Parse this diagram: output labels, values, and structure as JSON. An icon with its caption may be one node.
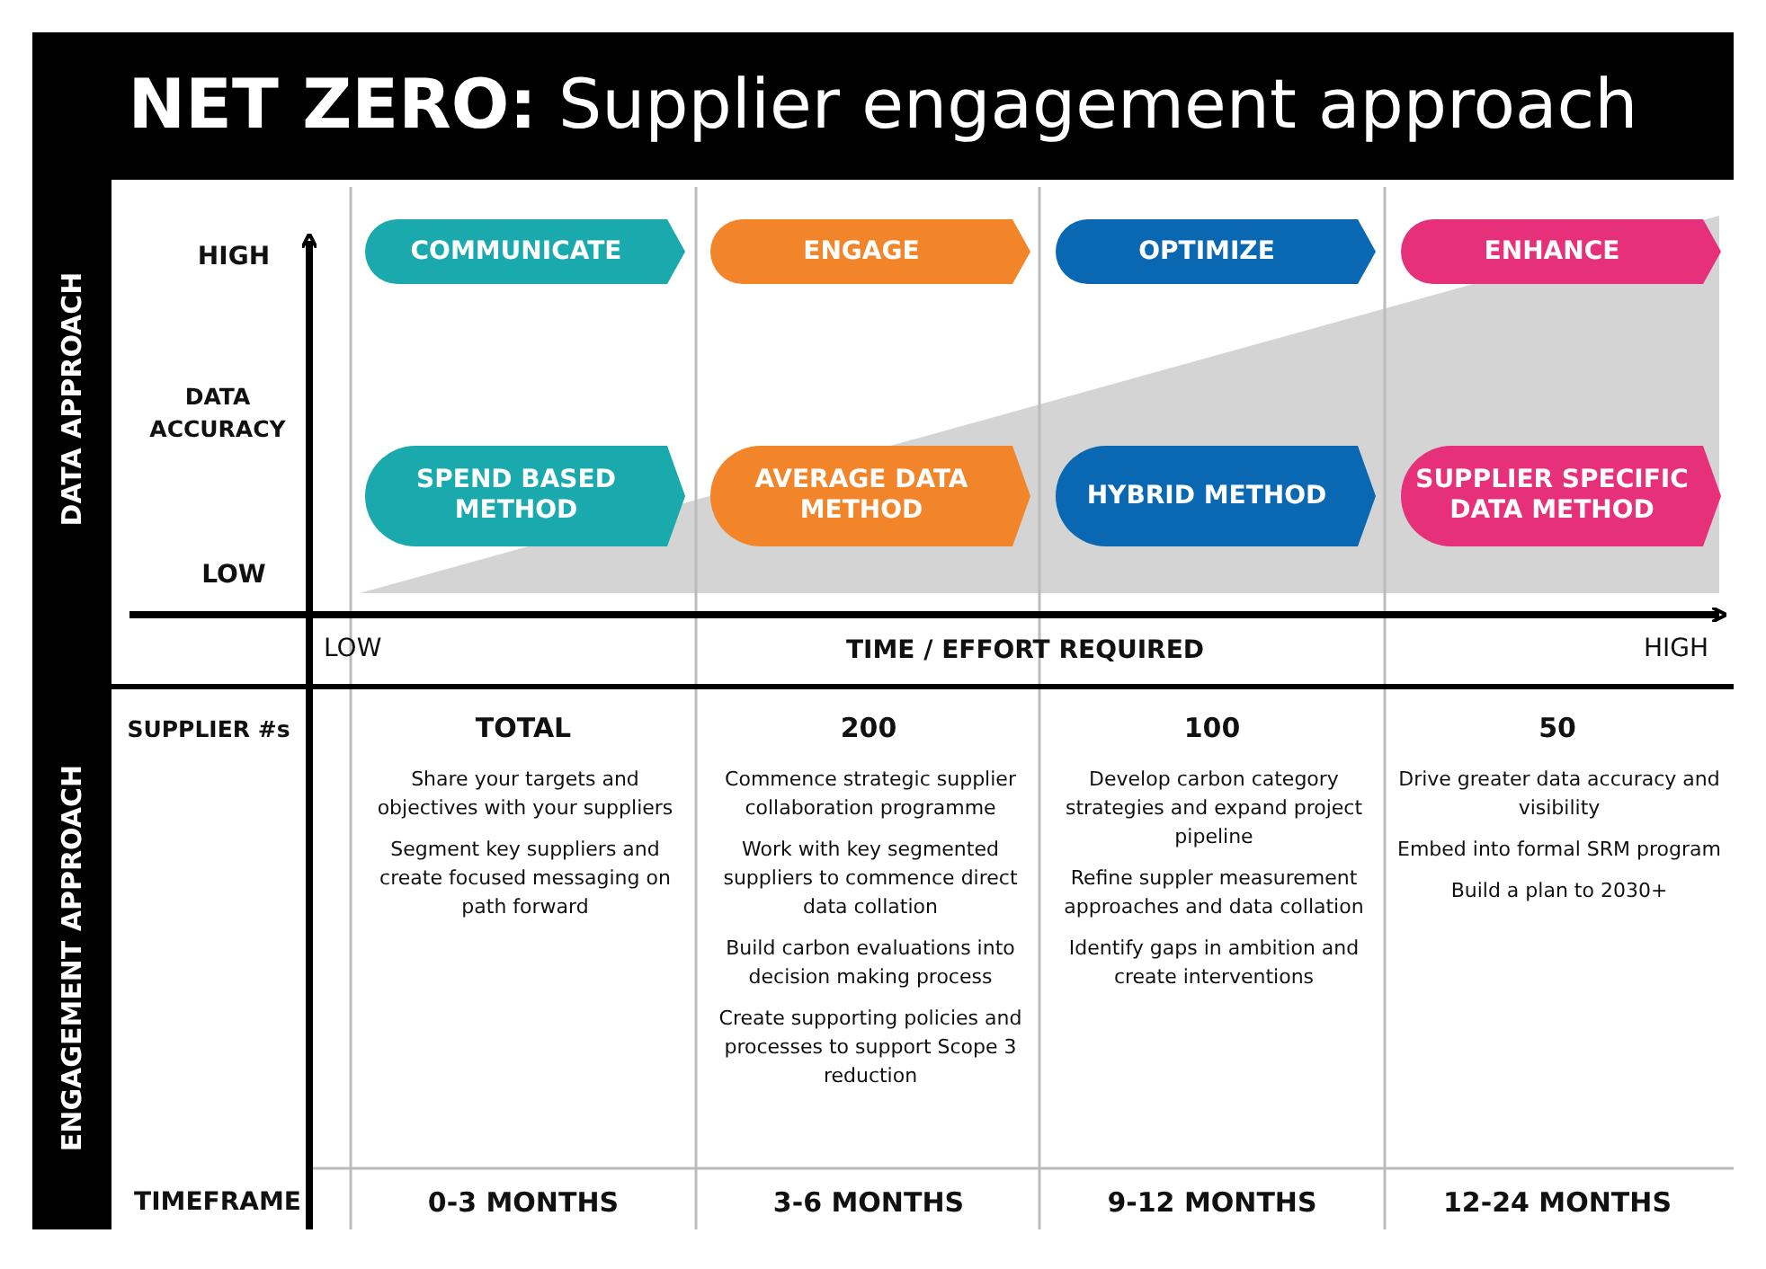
{
  "diagram": {
    "title": "**NET ZERO:** Supplier engagement approach",
    "nodes": [
      {
        "text": [
          "COMMUNICATE"
        ]
      },
      {
        "text": [
          "ENGAGE"
        ]
      },
      {
        "text": [
          "OPTIMIZE"
        ]
      },
      {
        "text": [
          "ENHANCE"
        ]
      },
      {
        "text": [
          "SPEND BASED METHOD"
        ]
      },
      {
        "text": [
          "AVERAGE DATA METHOD"
        ]
      },
      {
        "text": [
          "HYBRID METHOD"
        ]
      },
      {
        "text": [
          "SUPPLIER SPECIFIC DATA METHOD"
        ]
      }
    ],
    "labels": [
      "DATA APPROACH",
      "HIGH",
      "DATA ACCURACY",
      "LOW",
      "LOW",
      "TIME / EFFORT REQUIRED",
      "HIGH",
      "ENGAGEMENT APPROACH",
      "SUPPLIER #s",
      "TOTAL",
      "200",
      "100",
      "50",
      "Share your targets and objectives with your suppliers",
      "Segment key suppliers and create focused messaging on path forward",
      "Commence strategic supplier collaboration programme",
      "Work with key segmented suppliers to commence direct data collation",
      "Build carbon evaluations into decision making process",
      "Create supporting policies and processes to support Scope 3 reduction",
      "Develop carbon category strategies and expand project pipeline",
      "Refine suppler measurement approaches and data collation",
      "Identify gaps in ambition and create interventions",
      "Drive greater data accuracy and visibility",
      "Embed into formal SRM program",
      "Build a plan to 2030+",
      "TIMEFRAME",
      "0-3 MONTHS",
      "3-6 MONTHS",
      "9-12 MONTHS",
      "12-24 MONTHS"
    ]
  }
}
